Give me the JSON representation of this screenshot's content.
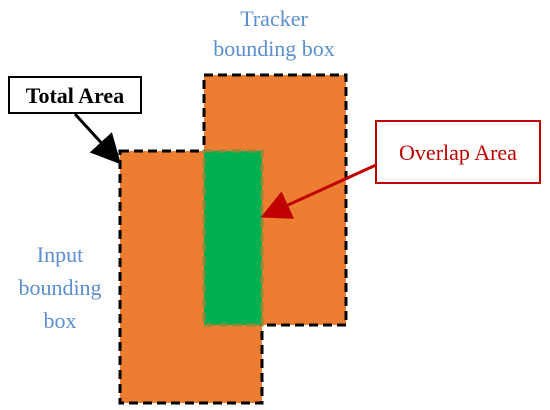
{
  "labels": {
    "tracker_line1": "Tracker",
    "tracker_line2": "bounding box",
    "input_line1": "Input",
    "input_line2": "bounding",
    "input_line3": "box",
    "total_area": "Total Area",
    "overlap_area": "Overlap Area"
  },
  "colors": {
    "box_fill": "#ed7d31",
    "overlap_fill": "#00b050",
    "dash_stroke": "#000000",
    "label_blue": "#5b8fd0",
    "overlap_red": "#c00000",
    "callout_border": "#000000"
  }
}
